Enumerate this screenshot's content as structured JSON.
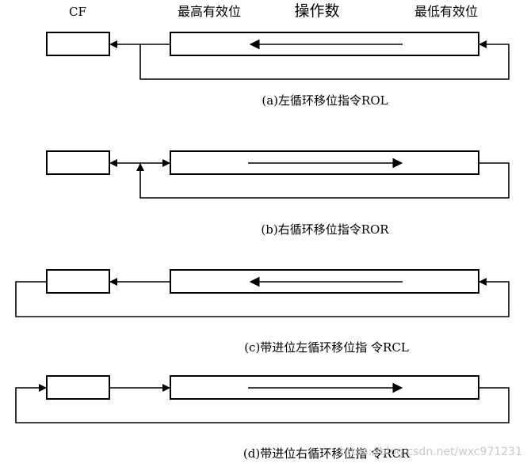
{
  "header": {
    "cf_label": "CF",
    "msb_label": "最高有效位",
    "operand_label": "操作数",
    "lsb_label": "最低有效位"
  },
  "diagrams": [
    {
      "id": "rol",
      "caption": "(a)左循环移位指令ROL"
    },
    {
      "id": "ror",
      "caption": "(b)右循环移位指令ROR"
    },
    {
      "id": "rcl",
      "caption": "(c)带进位左循环移位指 令RCL"
    },
    {
      "id": "rcr",
      "caption": "(d)带进位右循环移位指 令RCR"
    }
  ],
  "watermark": "https://blog.csdn.net/wxc971231"
}
